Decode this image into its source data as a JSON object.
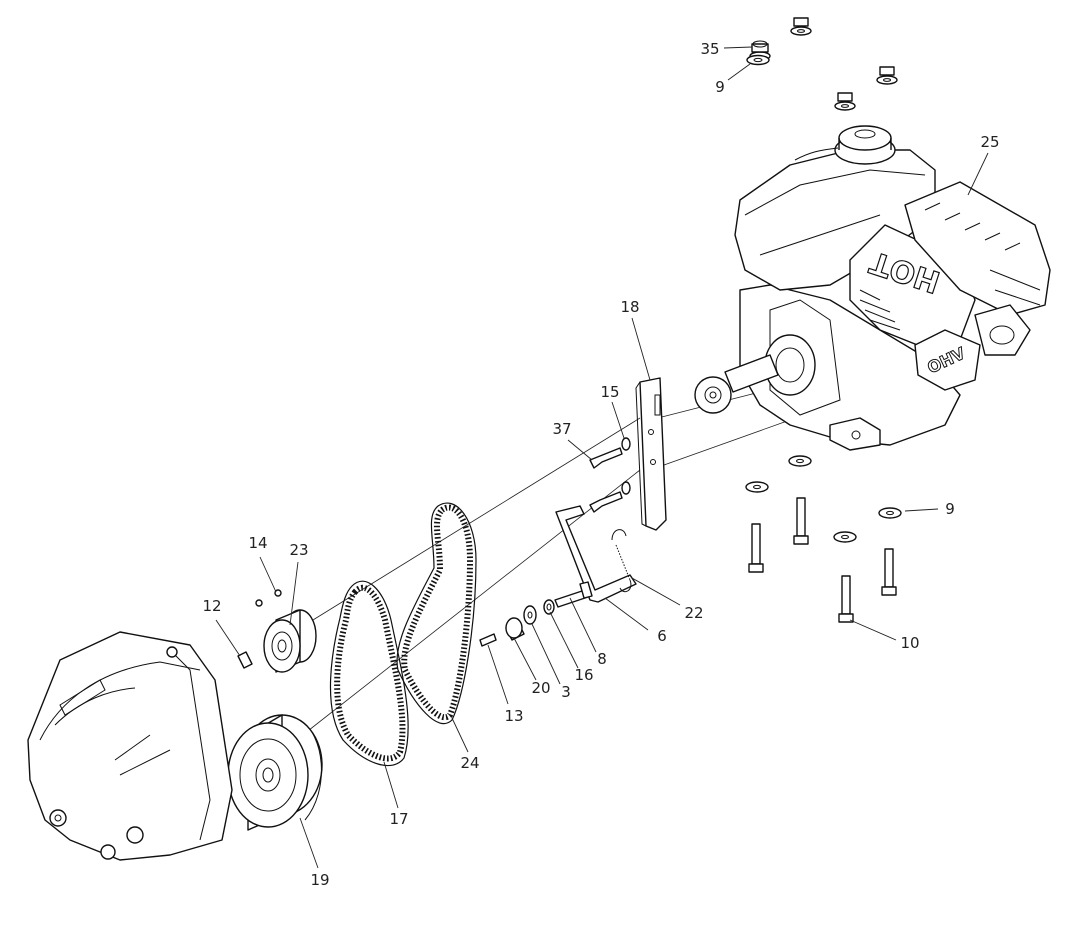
{
  "engine_logo": "HOT",
  "engine_badge": "OHV",
  "callouts": [
    {
      "id": "c35",
      "label": "35"
    },
    {
      "id": "c9a",
      "label": "9"
    },
    {
      "id": "c25",
      "label": "25"
    },
    {
      "id": "c18",
      "label": "18"
    },
    {
      "id": "c15",
      "label": "15"
    },
    {
      "id": "c37",
      "label": "37"
    },
    {
      "id": "c9b",
      "label": "9"
    },
    {
      "id": "c14",
      "label": "14"
    },
    {
      "id": "c23",
      "label": "23"
    },
    {
      "id": "c12",
      "label": "12"
    },
    {
      "id": "c22",
      "label": "22"
    },
    {
      "id": "c6",
      "label": "6"
    },
    {
      "id": "c10",
      "label": "10"
    },
    {
      "id": "c8",
      "label": "8"
    },
    {
      "id": "c16",
      "label": "16"
    },
    {
      "id": "c3",
      "label": "3"
    },
    {
      "id": "c20",
      "label": "20"
    },
    {
      "id": "c13",
      "label": "13"
    },
    {
      "id": "c24",
      "label": "24"
    },
    {
      "id": "c17",
      "label": "17"
    },
    {
      "id": "c19",
      "label": "19"
    }
  ]
}
